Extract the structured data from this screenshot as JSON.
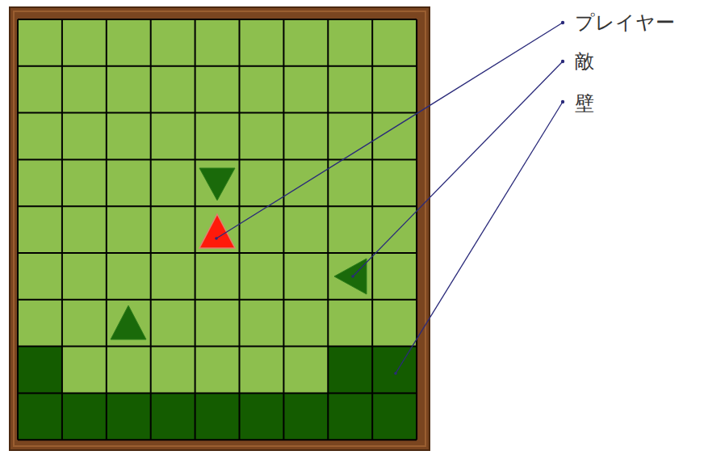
{
  "diagram": {
    "labels": [
      "プレイヤー",
      "敵",
      "壁"
    ]
  }
}
